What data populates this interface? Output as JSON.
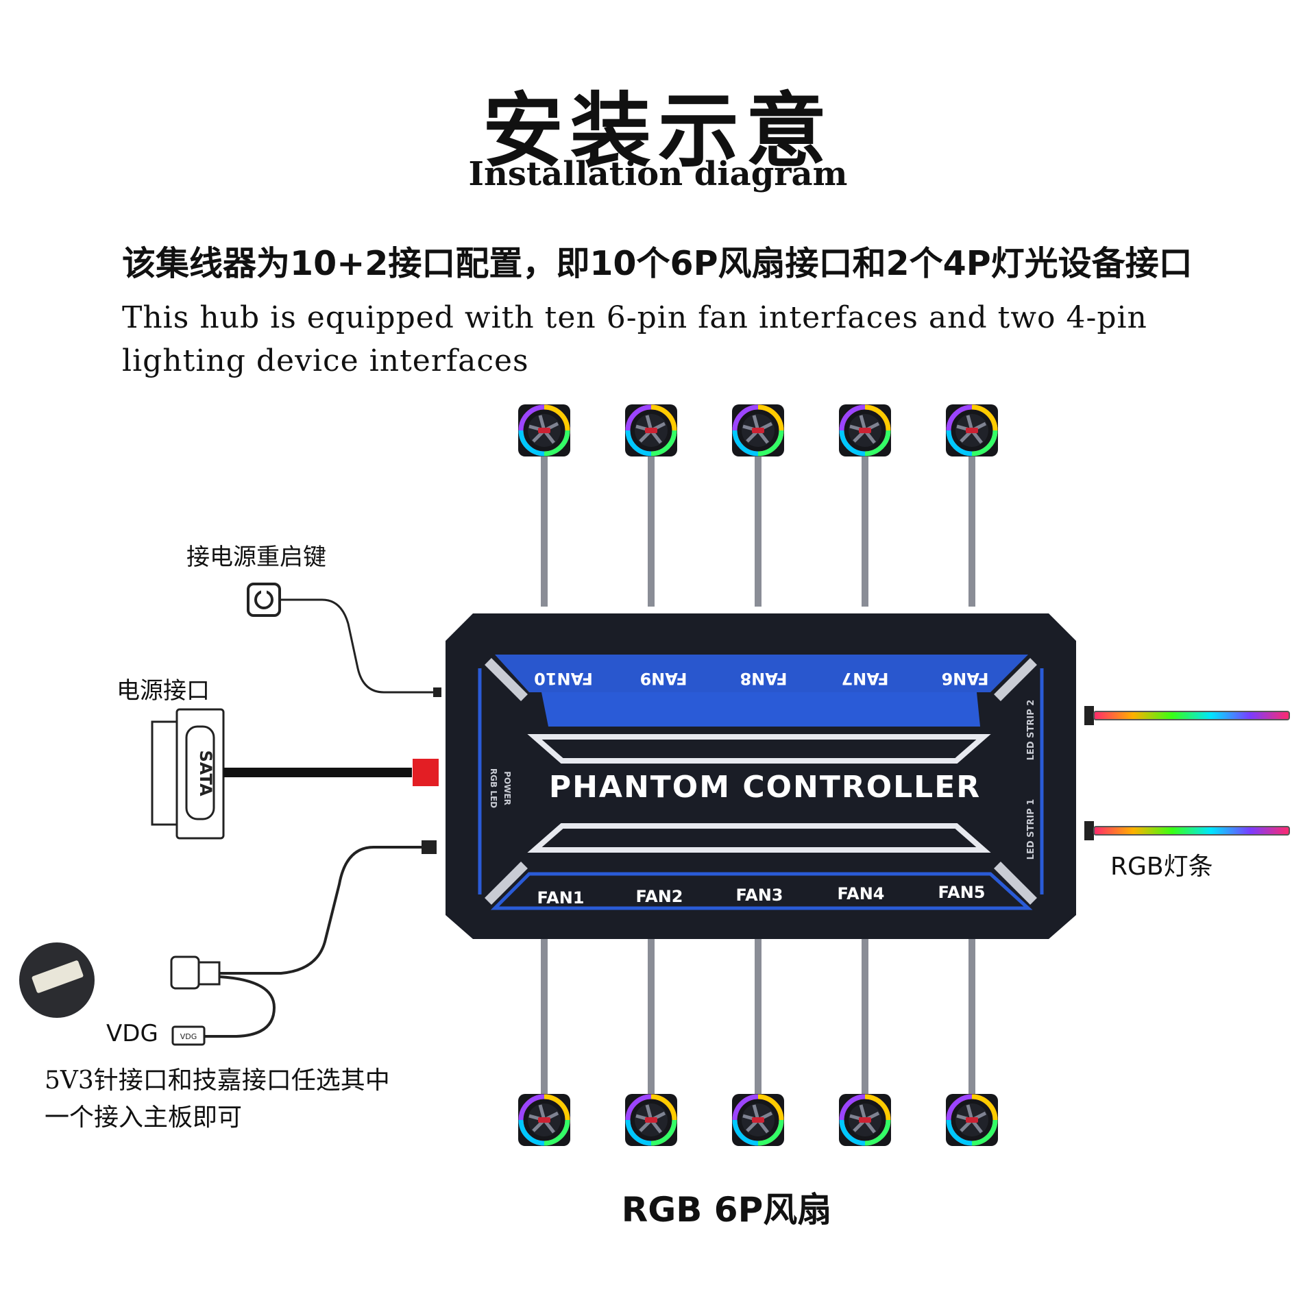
{
  "title_cn": "安装示意",
  "title_en": "Installation diagram",
  "description_cn": "该集线器为10+2接口配置，即10个6P风扇接口和2个4P灯光设备接口",
  "description_en": "This hub is equipped with ten 6-pin fan interfaces and two 4-pin lighting device interfaces",
  "labels": {
    "power_reset": "接电源重启键",
    "power_port": "电源接口",
    "sata": "SATA",
    "vdg": "VDG",
    "vdg_small": "VDG",
    "choose_note_line1": "5V3针接口和技嘉接口任选其中",
    "choose_note_line2": "一个接入主板即可",
    "rgb_strip": "RGB灯条",
    "rgb_fans": "RGB 6P风扇"
  },
  "controller": {
    "name": "PHANTOM CONTROLLER",
    "top_ports": [
      "FAN10",
      "FAN9",
      "FAN8",
      "FAN7",
      "FAN6"
    ],
    "bottom_ports": [
      "FAN1",
      "FAN2",
      "FAN3",
      "FAN4",
      "FAN5"
    ],
    "left_ports": [
      "POWER",
      "RGB LED"
    ],
    "right_ports": [
      "LED STRIP 2",
      "LED STRIP 1"
    ],
    "body_color": "#1a1d26",
    "accent_color": "#2a5bd7"
  }
}
